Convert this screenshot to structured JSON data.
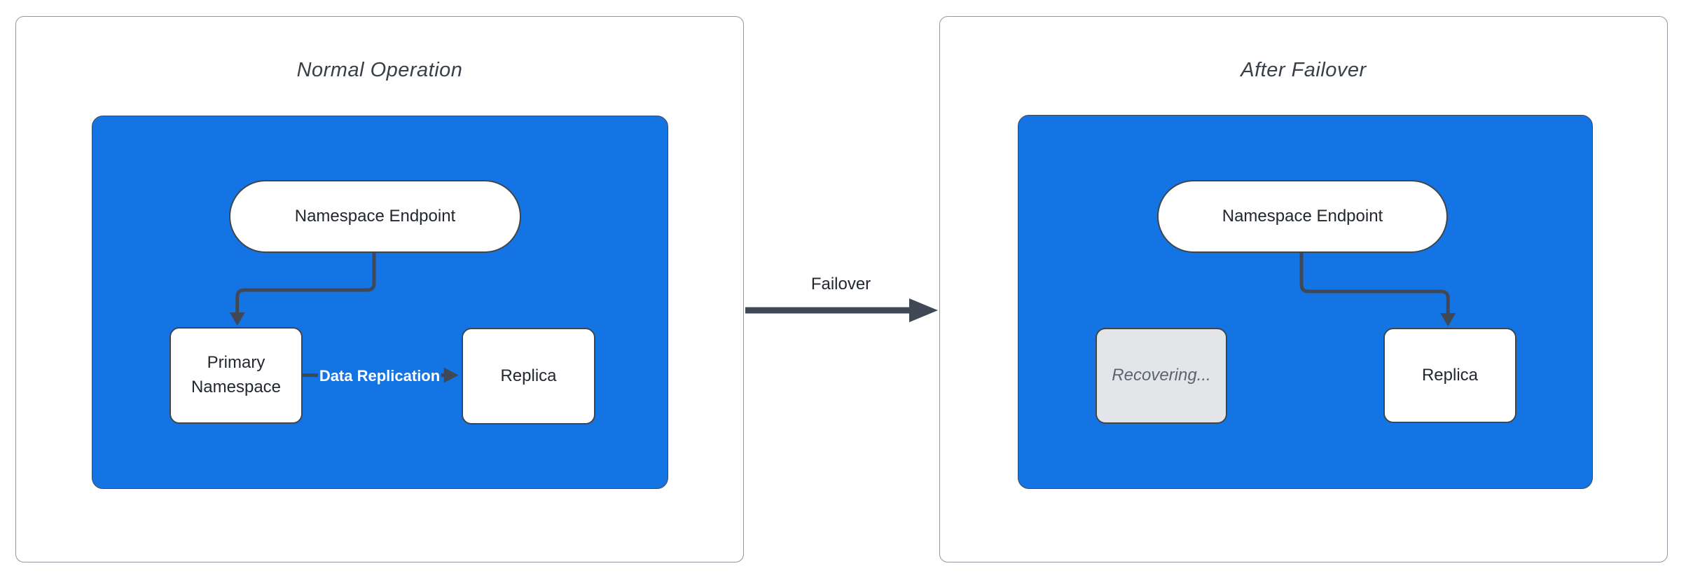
{
  "colors": {
    "cluster_blue": "#1574e4",
    "stroke_dark": "#3f4854",
    "node_border": "#3d464f",
    "panel_border": "#9097a0",
    "recovering_fill": "#e3e5e8",
    "recovering_text": "#5b6472",
    "title_text": "#383f49",
    "node_text": "#23272e",
    "edge_label_text": "#ffffff"
  },
  "left_panel": {
    "title": "Normal Operation",
    "endpoint_label": "Namespace Endpoint",
    "primary_label": "Primary Namespace",
    "replica_label": "Replica",
    "replication_edge_label": "Data Replication"
  },
  "transition": {
    "label": "Failover"
  },
  "right_panel": {
    "title": "After Failover",
    "endpoint_label": "Namespace Endpoint",
    "recovering_label": "Recovering...",
    "replica_label": "Replica"
  }
}
